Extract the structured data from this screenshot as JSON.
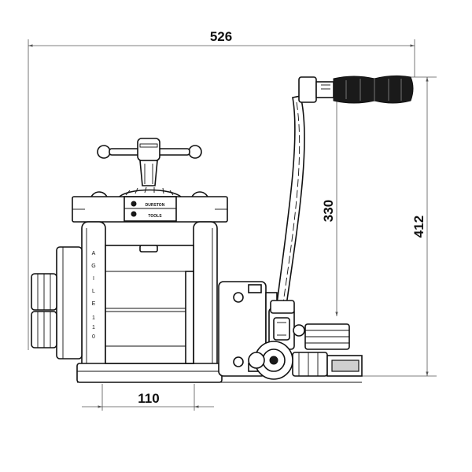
{
  "dimensions": {
    "overall_width": "526",
    "overall_height": "412",
    "handle_height": "330",
    "roller_width": "110"
  },
  "machine": {
    "brand_top": "DURSTON",
    "brand_bottom": "TOOLS",
    "model_label": [
      "A",
      "G",
      "I",
      "L",
      "E",
      "1",
      "1",
      "0"
    ]
  },
  "colors": {
    "ink": "#111111",
    "dimension": "#555555",
    "handle": "#1a1a1a"
  }
}
